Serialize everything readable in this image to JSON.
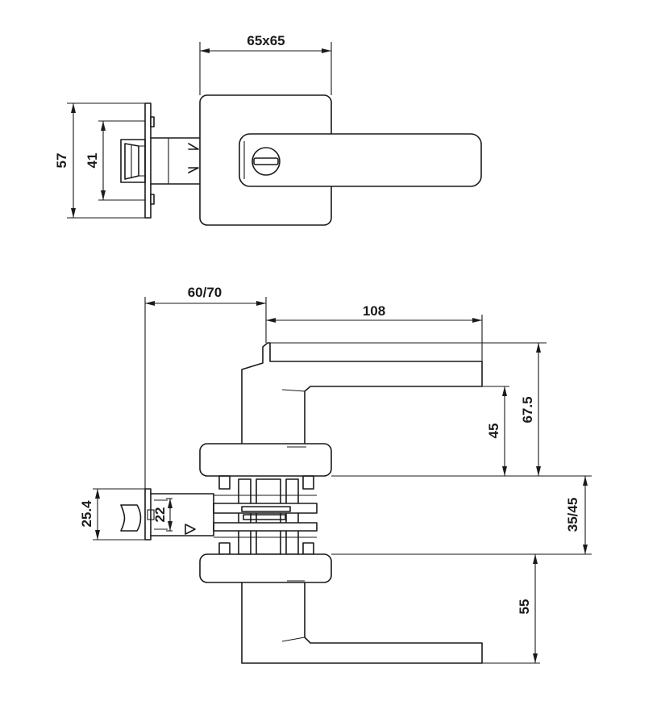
{
  "dimensions": {
    "rose_size": "65x65",
    "rose_height": "57",
    "bolt_face": "41",
    "backset": "60/70",
    "lever_length": "108",
    "lever_height_top": "67.5",
    "lever_offset_top": "45",
    "door_thickness": "35/45",
    "lever_offset_bottom": "55",
    "latch_face": "25.4",
    "latch_bolt": "22"
  }
}
